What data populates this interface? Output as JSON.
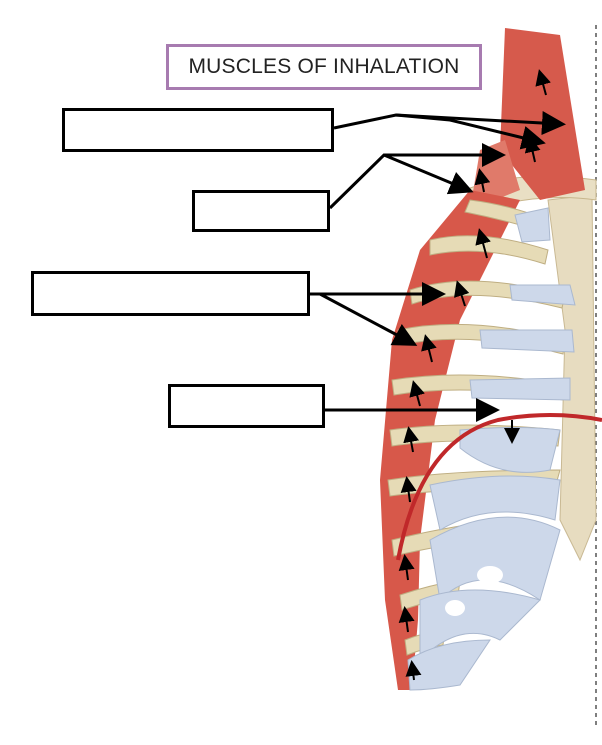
{
  "title": "MUSCLES OF INHALATION",
  "colors": {
    "title_border": "#a77bb0",
    "muscle": "#d9574a",
    "rib": "#d9d0b0",
    "cartilage": "#c9d6e8",
    "diaphragm_line": "#c0282a",
    "leader_line": "#000000"
  },
  "label_boxes": [
    {
      "id": "box1",
      "text": ""
    },
    {
      "id": "box2",
      "text": ""
    },
    {
      "id": "box3",
      "text": ""
    },
    {
      "id": "box4",
      "text": ""
    }
  ]
}
